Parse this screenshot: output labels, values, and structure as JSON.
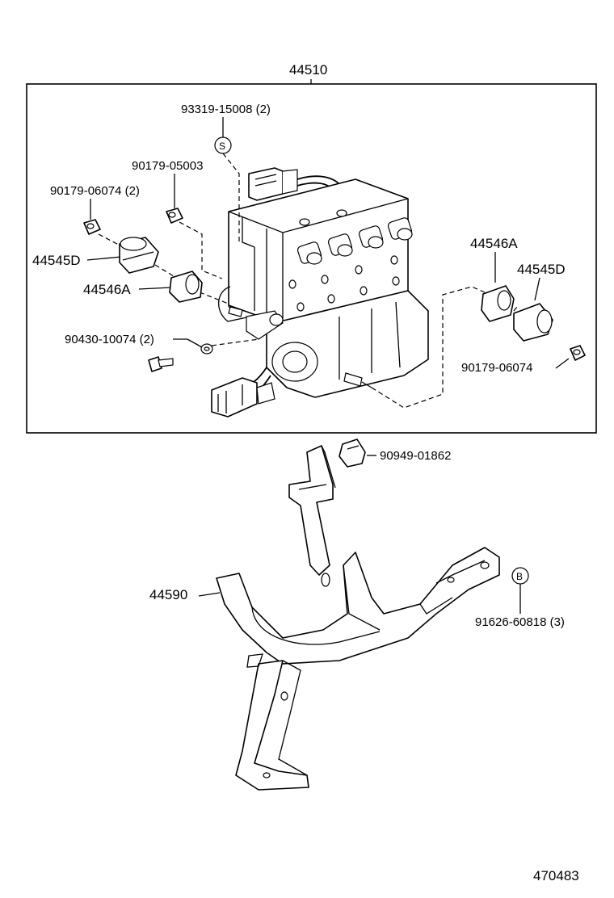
{
  "assembly": {
    "number": "44510"
  },
  "parts": {
    "p93319": "93319-15008 (2)",
    "p90179_05003": "90179-05003",
    "p90179_06074_2": "90179-06074 (2)",
    "p44545D_left": "44545D",
    "p44546A_left": "44546A",
    "p90430": "90430-10074 (2)",
    "p44546A_right": "44546A",
    "p44545D_right": "44545D",
    "p90179_06074": "90179-06074",
    "p90949": "90949-01862",
    "p44590": "44590",
    "p91626": "91626-60818 (3)"
  },
  "markers": {
    "s": "S",
    "b": "B"
  },
  "catalog_number": "470483"
}
